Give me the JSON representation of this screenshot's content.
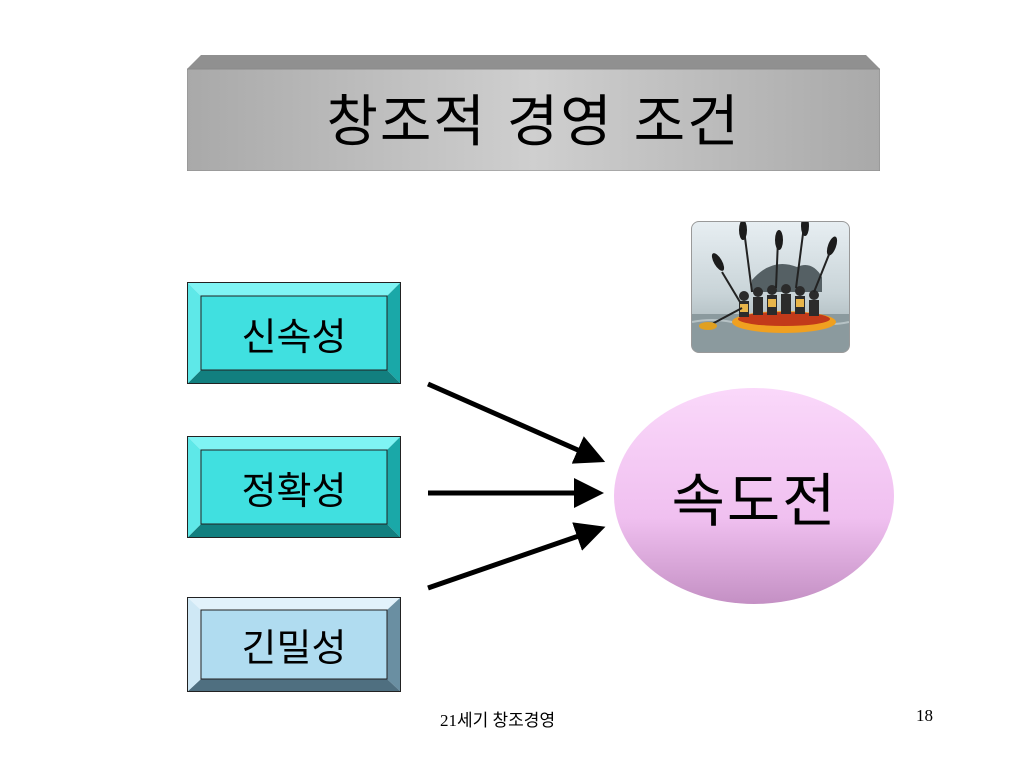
{
  "title": "창조적 경영 조건",
  "boxes": [
    {
      "label": "신속성"
    },
    {
      "label": "정확성"
    },
    {
      "label": "긴밀성"
    }
  ],
  "target": {
    "label": "속도전"
  },
  "footer": {
    "text": "21세기 창조경영",
    "page": "18"
  },
  "colors": {
    "title_bar": "#b4b4b4",
    "box_teal": "#40e0e0",
    "box_light_blue": "#b0dcf0",
    "ellipse": "#f0c0f0",
    "arrow": "#000000"
  },
  "photo": {
    "icon": "rafting-photo-icon"
  }
}
